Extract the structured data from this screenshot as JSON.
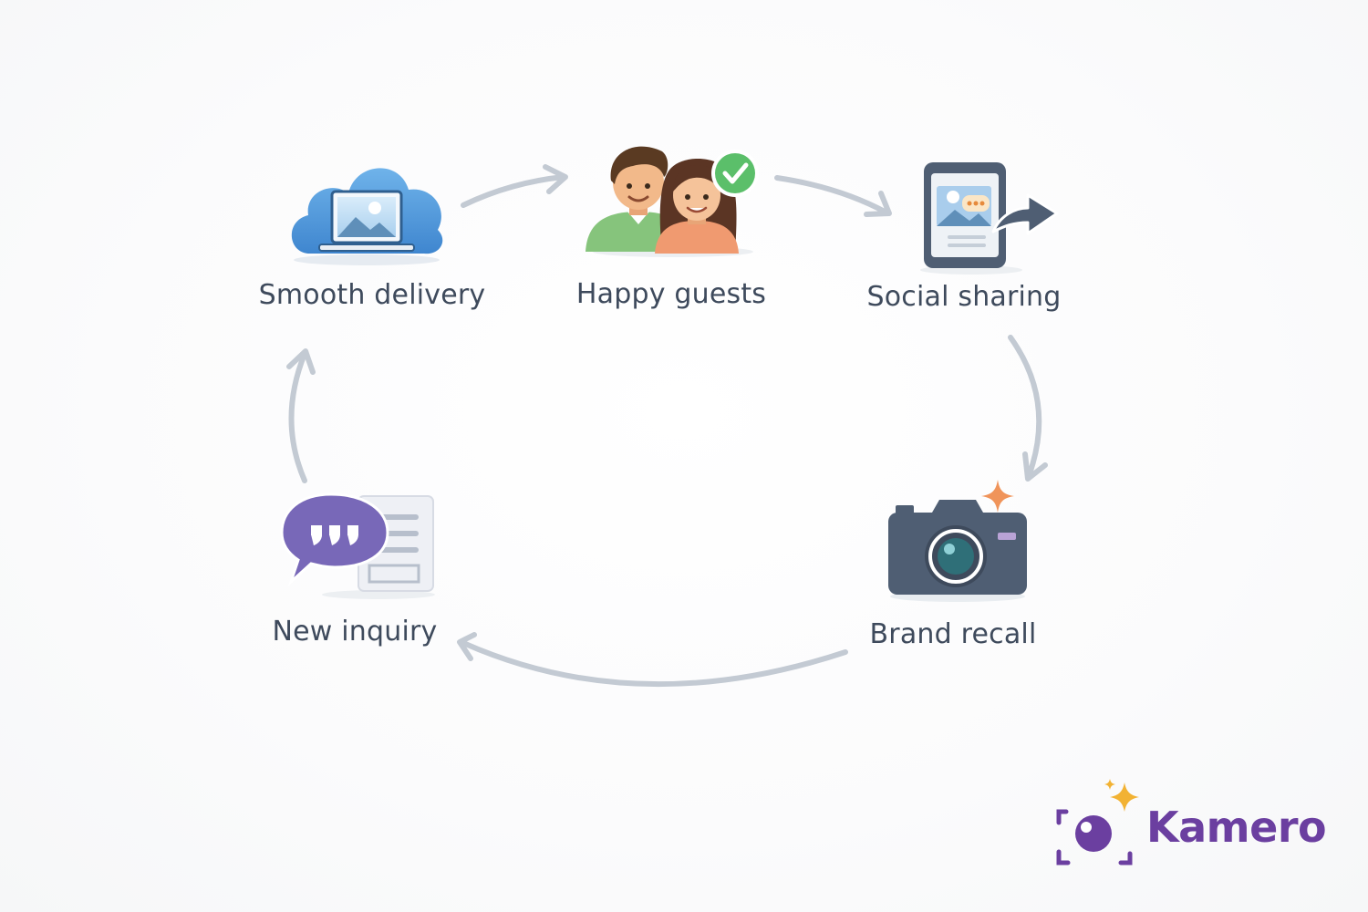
{
  "diagram": {
    "type": "cycle",
    "nodes": [
      {
        "id": "smooth-delivery",
        "label": "Smooth delivery",
        "icon": "cloud-laptop-icon"
      },
      {
        "id": "happy-guests",
        "label": "Happy guests",
        "icon": "people-check-icon"
      },
      {
        "id": "social-sharing",
        "label": "Social sharing",
        "icon": "tablet-share-icon"
      },
      {
        "id": "brand-recall",
        "label": "Brand recall",
        "icon": "camera-sparkle-icon"
      },
      {
        "id": "new-inquiry",
        "label": "New inquiry",
        "icon": "chat-document-icon"
      }
    ],
    "edges": [
      {
        "from": "smooth-delivery",
        "to": "happy-guests"
      },
      {
        "from": "happy-guests",
        "to": "social-sharing"
      },
      {
        "from": "social-sharing",
        "to": "brand-recall"
      },
      {
        "from": "brand-recall",
        "to": "new-inquiry"
      },
      {
        "from": "new-inquiry",
        "to": "smooth-delivery"
      }
    ]
  },
  "brand": {
    "name": "Kamero",
    "color": "#6b3fa0",
    "accent": "#f2b233"
  },
  "colors": {
    "arrow": "#c3cad3",
    "label": "#3e4a5c",
    "cloud": "#4a90d6",
    "check": "#5bbf6a",
    "device": "#4f5e73",
    "chat": "#7868b8",
    "sparkle": "#f0945a"
  }
}
